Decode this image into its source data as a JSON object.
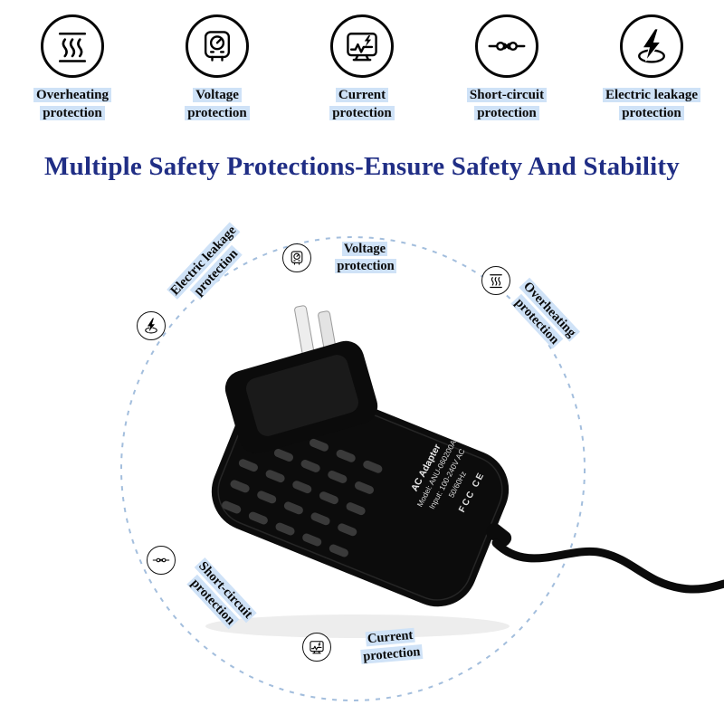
{
  "page": {
    "title": "Multiple Safety Protections-Ensure Safety And Stability"
  },
  "features": [
    {
      "id": "overheating",
      "label": "Overheating protection",
      "icon": "heat-waves-icon"
    },
    {
      "id": "voltage",
      "label": "Voltage protection",
      "icon": "voltage-meter-icon"
    },
    {
      "id": "current",
      "label": "Current protection",
      "icon": "current-monitor-icon"
    },
    {
      "id": "short-circuit",
      "label": "Short-circuit protection",
      "icon": "short-circuit-icon"
    },
    {
      "id": "electric-leakage",
      "label": "Electric leakage protection",
      "icon": "electric-leakage-bolt-icon"
    }
  ],
  "ring_labels": {
    "electric_leakage": "Electric leakage protection",
    "voltage": "Voltage protection",
    "overheating": "Overheating protection",
    "short_circuit": "Short-circuit protection",
    "current": "Current protection"
  },
  "adapter": {
    "label_lines": [
      "AC Adapter",
      "Model: ANU-060200A",
      "Input: 100-240V AC",
      "50/60Hz"
    ],
    "certification_marks": "FCC CE"
  },
  "colors": {
    "title_navy": "#202e85",
    "label_chip_blue": "#cfe2f7",
    "ring_blue": "#a3bedd"
  }
}
